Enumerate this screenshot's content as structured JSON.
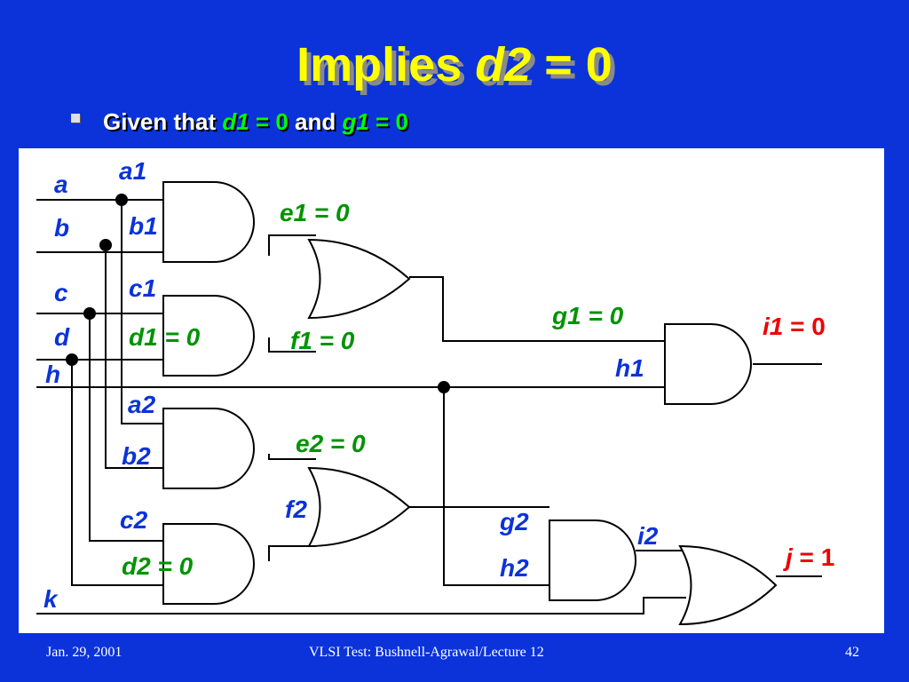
{
  "title": {
    "text": "Implies ",
    "var": "d2",
    "rest": " = 0"
  },
  "bullet": {
    "prefix": "Given that ",
    "var1": "d1",
    "eq1": " = 0",
    "mid": " and ",
    "var2": "g1",
    "eq2": " = 0"
  },
  "circuit": {
    "inputs": {
      "a": "a",
      "b": "b",
      "c": "c",
      "d": "d",
      "h": "h",
      "k": "k"
    },
    "gate_inputs": {
      "a1": "a1",
      "b1": "b1",
      "c1": "c1",
      "d1": "d1 = 0",
      "a2": "a2",
      "b2": "b2",
      "c2": "c2",
      "d2": "d2 = 0"
    },
    "nets": {
      "e1": "e1 = 0",
      "f1": "f1 = 0",
      "e2": "e2 = 0",
      "f2": "f2",
      "g1": "g1 = 0",
      "h1": "h1",
      "g2": "g2",
      "h2": "h2",
      "i2": "i2"
    },
    "outputs": {
      "i1_var": "i1",
      "i1_val": " = 0",
      "j_var": "j",
      "j_val": " = 1"
    },
    "colors": {
      "signal": "#0b33d9",
      "implied": "#009300",
      "result": "#ee0000",
      "wire": "#000000"
    }
  },
  "footer": {
    "date": "Jan. 29, 2001",
    "course": "VLSI Test: Bushnell-Agrawal/Lecture 12",
    "page": "42"
  }
}
